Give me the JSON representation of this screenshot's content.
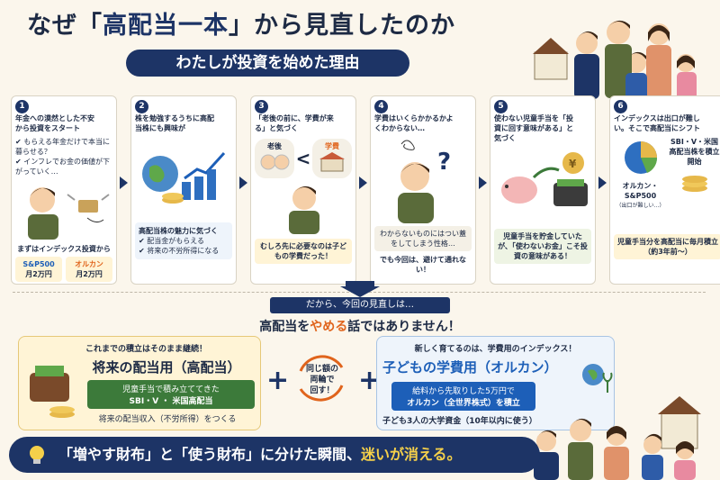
{
  "title": {
    "p1": "なぜ「",
    "p2": "高配当一本",
    "p3": "」から見直したのか"
  },
  "subtitle": "わたしが投資を始めた理由",
  "steps": [
    {
      "num": "1",
      "head": "年金への漠然とした不安から投資をスタート",
      "lines": [
        "✔ もらえる年金だけで本当に暮らせる？",
        "✔ インフレでお金の価値が下がっていく…"
      ],
      "note": "まずはインデックス投資から",
      "fund1": "S&P500",
      "fund1_amt": "月2万円",
      "fund2": "オルカン",
      "fund2_amt": "月2万円"
    },
    {
      "num": "2",
      "head": "株を勉強するうちに高配当株にも興味が",
      "lines": [
        "高配当株の魅力に気づく",
        "✔ 配当金がもらえる",
        "✔ 将来の不労所得になる"
      ]
    },
    {
      "num": "3",
      "head": "「老後の前に、学費が来る」と気づく",
      "label_left": "老後",
      "label_right": "学費",
      "note": "むしろ先に必要なのは子どもの学費だった！"
    },
    {
      "num": "4",
      "head": "学費はいくらかかるかよくわからない…",
      "note": "わからないものにはつい蓋をしてしまう性格…",
      "note2": "でも今回は、避けて通れない！"
    },
    {
      "num": "5",
      "head": "使わない児童手当を「投資に回す意味がある」と気づく",
      "yen": "¥",
      "note": "児童手当を貯金していたが、「使わないお金」こそ投資の意味がある！"
    },
    {
      "num": "6",
      "head": "インデックスは出口が難しい。そこで高配当にシフト",
      "chart_label": "オルカン・S&P500",
      "chart_sub": "（出口が難しい…）",
      "right_label": "SBI・V・米国高配当株を積立開始",
      "note": "児童手当分を高配当に毎月積立（約3年前〜）"
    }
  ],
  "mid": {
    "line1": "だから、今回の見直しは…",
    "line2a": "高配当を",
    "line2b": "やめる",
    "line2c": "話ではありません！"
  },
  "left_box": {
    "top": "これまでの積立はそのまま継続！",
    "title": "将来の配当用（高配当）",
    "chip1": "児童手当で積み立ててきた",
    "chip2": "SBI・V ・ 米国高配当",
    "foot": "将来の配当収入（不労所得）をつくる"
  },
  "center": {
    "l1": "同じ額の",
    "l2": "両輪で",
    "l3": "回す！"
  },
  "right_box": {
    "top": "新しく育てるのは、学費用のインデックス！",
    "title": "子どもの学費用（オルカン）",
    "chip1": "給料から先取りした5万円で",
    "chip2": "オルカン（全世界株式）を積立",
    "foot": "子ども3人の大学資金（10年以内に使う）"
  },
  "bottom": {
    "p1": "「増やす財布」と「使う財布」に分けた瞬間、",
    "p2": "迷いが消える。"
  },
  "colors": {
    "navy": "#1d3466",
    "orange": "#e0641c",
    "blue": "#1d5fb8",
    "green": "#3c7a3a"
  }
}
